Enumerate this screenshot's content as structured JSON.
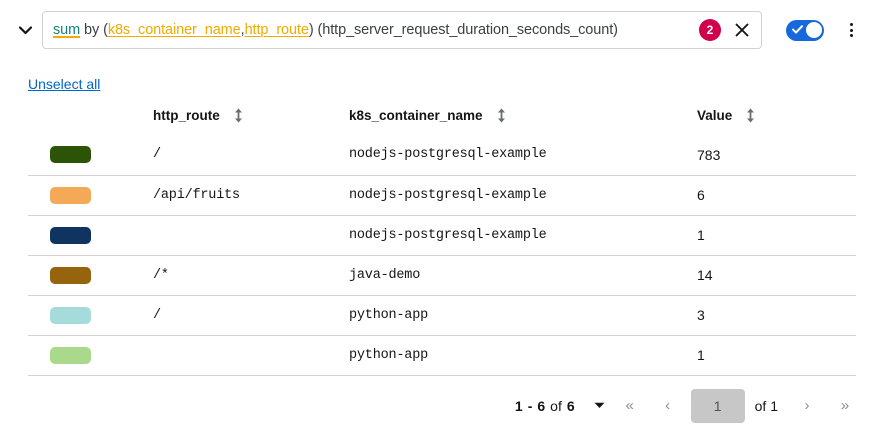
{
  "querybar": {
    "expand_icon": "chevron-down-icon",
    "query": {
      "full_text": "sum by (k8s_container_name,http_route) (http_server_request_duration_seconds_count)",
      "tokens": {
        "fn": "sum",
        "kw": " by ",
        "open_paren": "(",
        "label_1": "k8s_container_name",
        "comma": ",",
        "label_2": "http_route",
        "close_paren": ")",
        "metric": " (http_server_request_duration_seconds_count)"
      }
    },
    "badge_count": "2",
    "clear_icon": "close-icon",
    "toggle": {
      "name": "toggle-switch",
      "state": "on",
      "color": "#1668dc"
    },
    "kebab_icon": "kebab-menu-icon"
  },
  "actions": {
    "unselect_all": "Unselect all"
  },
  "table": {
    "columns": [
      {
        "key": "swatch",
        "label": "",
        "sortable": false
      },
      {
        "key": "http_route",
        "label": "http_route",
        "sortable": true
      },
      {
        "key": "k8s_container_name",
        "label": "k8s_container_name",
        "sortable": true
      },
      {
        "key": "value",
        "label": "Value",
        "sortable": true
      }
    ],
    "rows": [
      {
        "color": "#2c5407",
        "http_route": "/",
        "k8s_container_name": "nodejs-postgresql-example",
        "value": "783"
      },
      {
        "color": "#f4a957",
        "http_route": "/api/fruits",
        "k8s_container_name": "nodejs-postgresql-example",
        "value": "6"
      },
      {
        "color": "#0f3460",
        "http_route": "",
        "k8s_container_name": "nodejs-postgresql-example",
        "value": "1"
      },
      {
        "color": "#96640c",
        "http_route": "/*",
        "k8s_container_name": "java-demo",
        "value": "14"
      },
      {
        "color": "#a6dbdb",
        "http_route": "/",
        "k8s_container_name": "python-app",
        "value": "3"
      },
      {
        "color": "#aad98c",
        "http_route": "",
        "k8s_container_name": "python-app",
        "value": "1"
      }
    ]
  },
  "pagination": {
    "range_start": "1",
    "range_dash": "-",
    "range_end": "6",
    "of_word": "of",
    "total": "6",
    "per_page_caret": "caret-down-icon",
    "first_label": "«",
    "prev_label": "‹",
    "current_page": "1",
    "of_pages": "of 1",
    "next_label": "›",
    "last_label": "»"
  }
}
